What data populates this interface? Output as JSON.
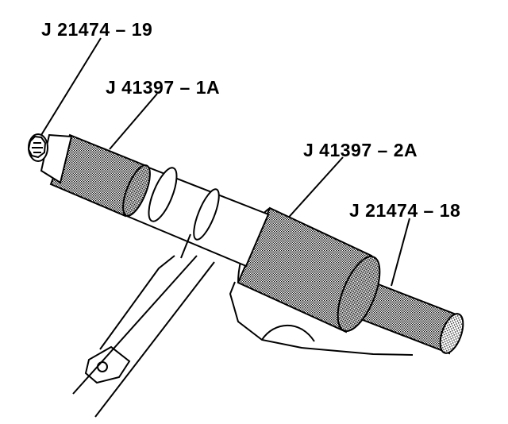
{
  "labels": {
    "tool_19": "J 21474 – 19",
    "tool_1a": "J 41397 – 1A",
    "tool_2a": "J 41397 – 2A",
    "tool_18": "J 21474 – 18"
  },
  "colors": {
    "ink": "#000000",
    "paper": "#ffffff",
    "stipple": "#9a9a9a"
  }
}
